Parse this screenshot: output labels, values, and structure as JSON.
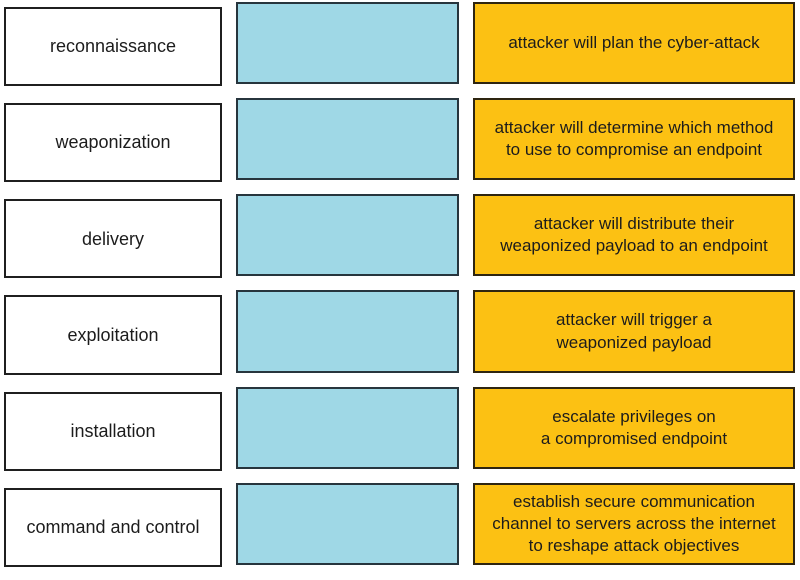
{
  "colors": {
    "term_box_bg": "#ffffff",
    "term_box_border": "#1f1f1f",
    "drop_box_bg": "#9fd8e6",
    "drop_box_border": "#27353d",
    "desc_box_bg": "#fcc113",
    "desc_box_border": "#2e2510",
    "text": "#1c1c1c"
  },
  "rows": [
    {
      "term": "reconnaissance",
      "description": "attacker will plan the cyber-attack"
    },
    {
      "term": "weaponization",
      "description": "attacker will determine which method\nto use to compromise an endpoint"
    },
    {
      "term": "delivery",
      "description": "attacker will distribute their\nweaponized payload to an endpoint"
    },
    {
      "term": "exploitation",
      "description": "attacker will trigger a\nweaponized payload"
    },
    {
      "term": "installation",
      "description": "escalate privileges on\na compromised endpoint"
    },
    {
      "term": "command and control",
      "description": "establish secure communication\nchannel to servers across the internet\nto reshape attack objectives"
    }
  ]
}
